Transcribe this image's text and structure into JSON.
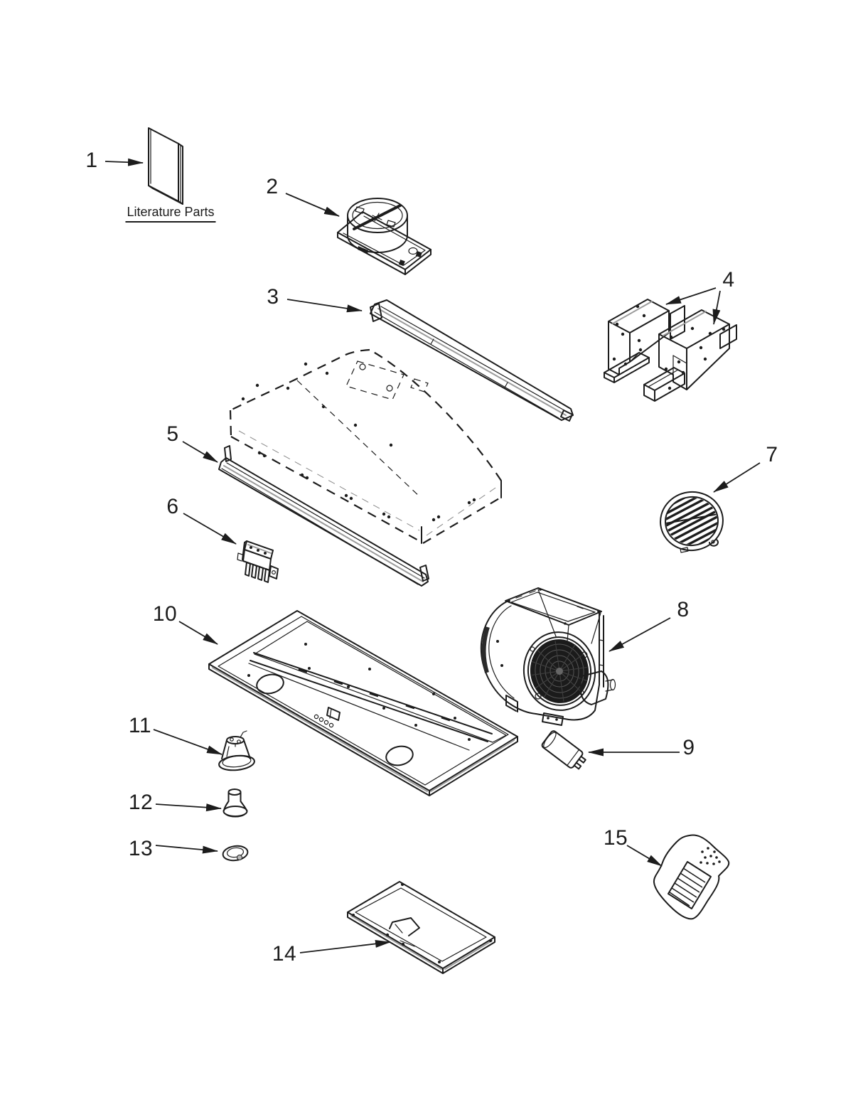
{
  "colors": {
    "ink": "#1c1c1c",
    "paper": "#ffffff"
  },
  "labels": {
    "literature": "Literature Parts"
  },
  "callouts": [
    {
      "num": "1"
    },
    {
      "num": "2"
    },
    {
      "num": "3"
    },
    {
      "num": "4"
    },
    {
      "num": "5"
    },
    {
      "num": "6"
    },
    {
      "num": "7"
    },
    {
      "num": "8"
    },
    {
      "num": "9"
    },
    {
      "num": "10"
    },
    {
      "num": "11"
    },
    {
      "num": "12"
    },
    {
      "num": "13"
    },
    {
      "num": "14"
    },
    {
      "num": "15"
    }
  ]
}
